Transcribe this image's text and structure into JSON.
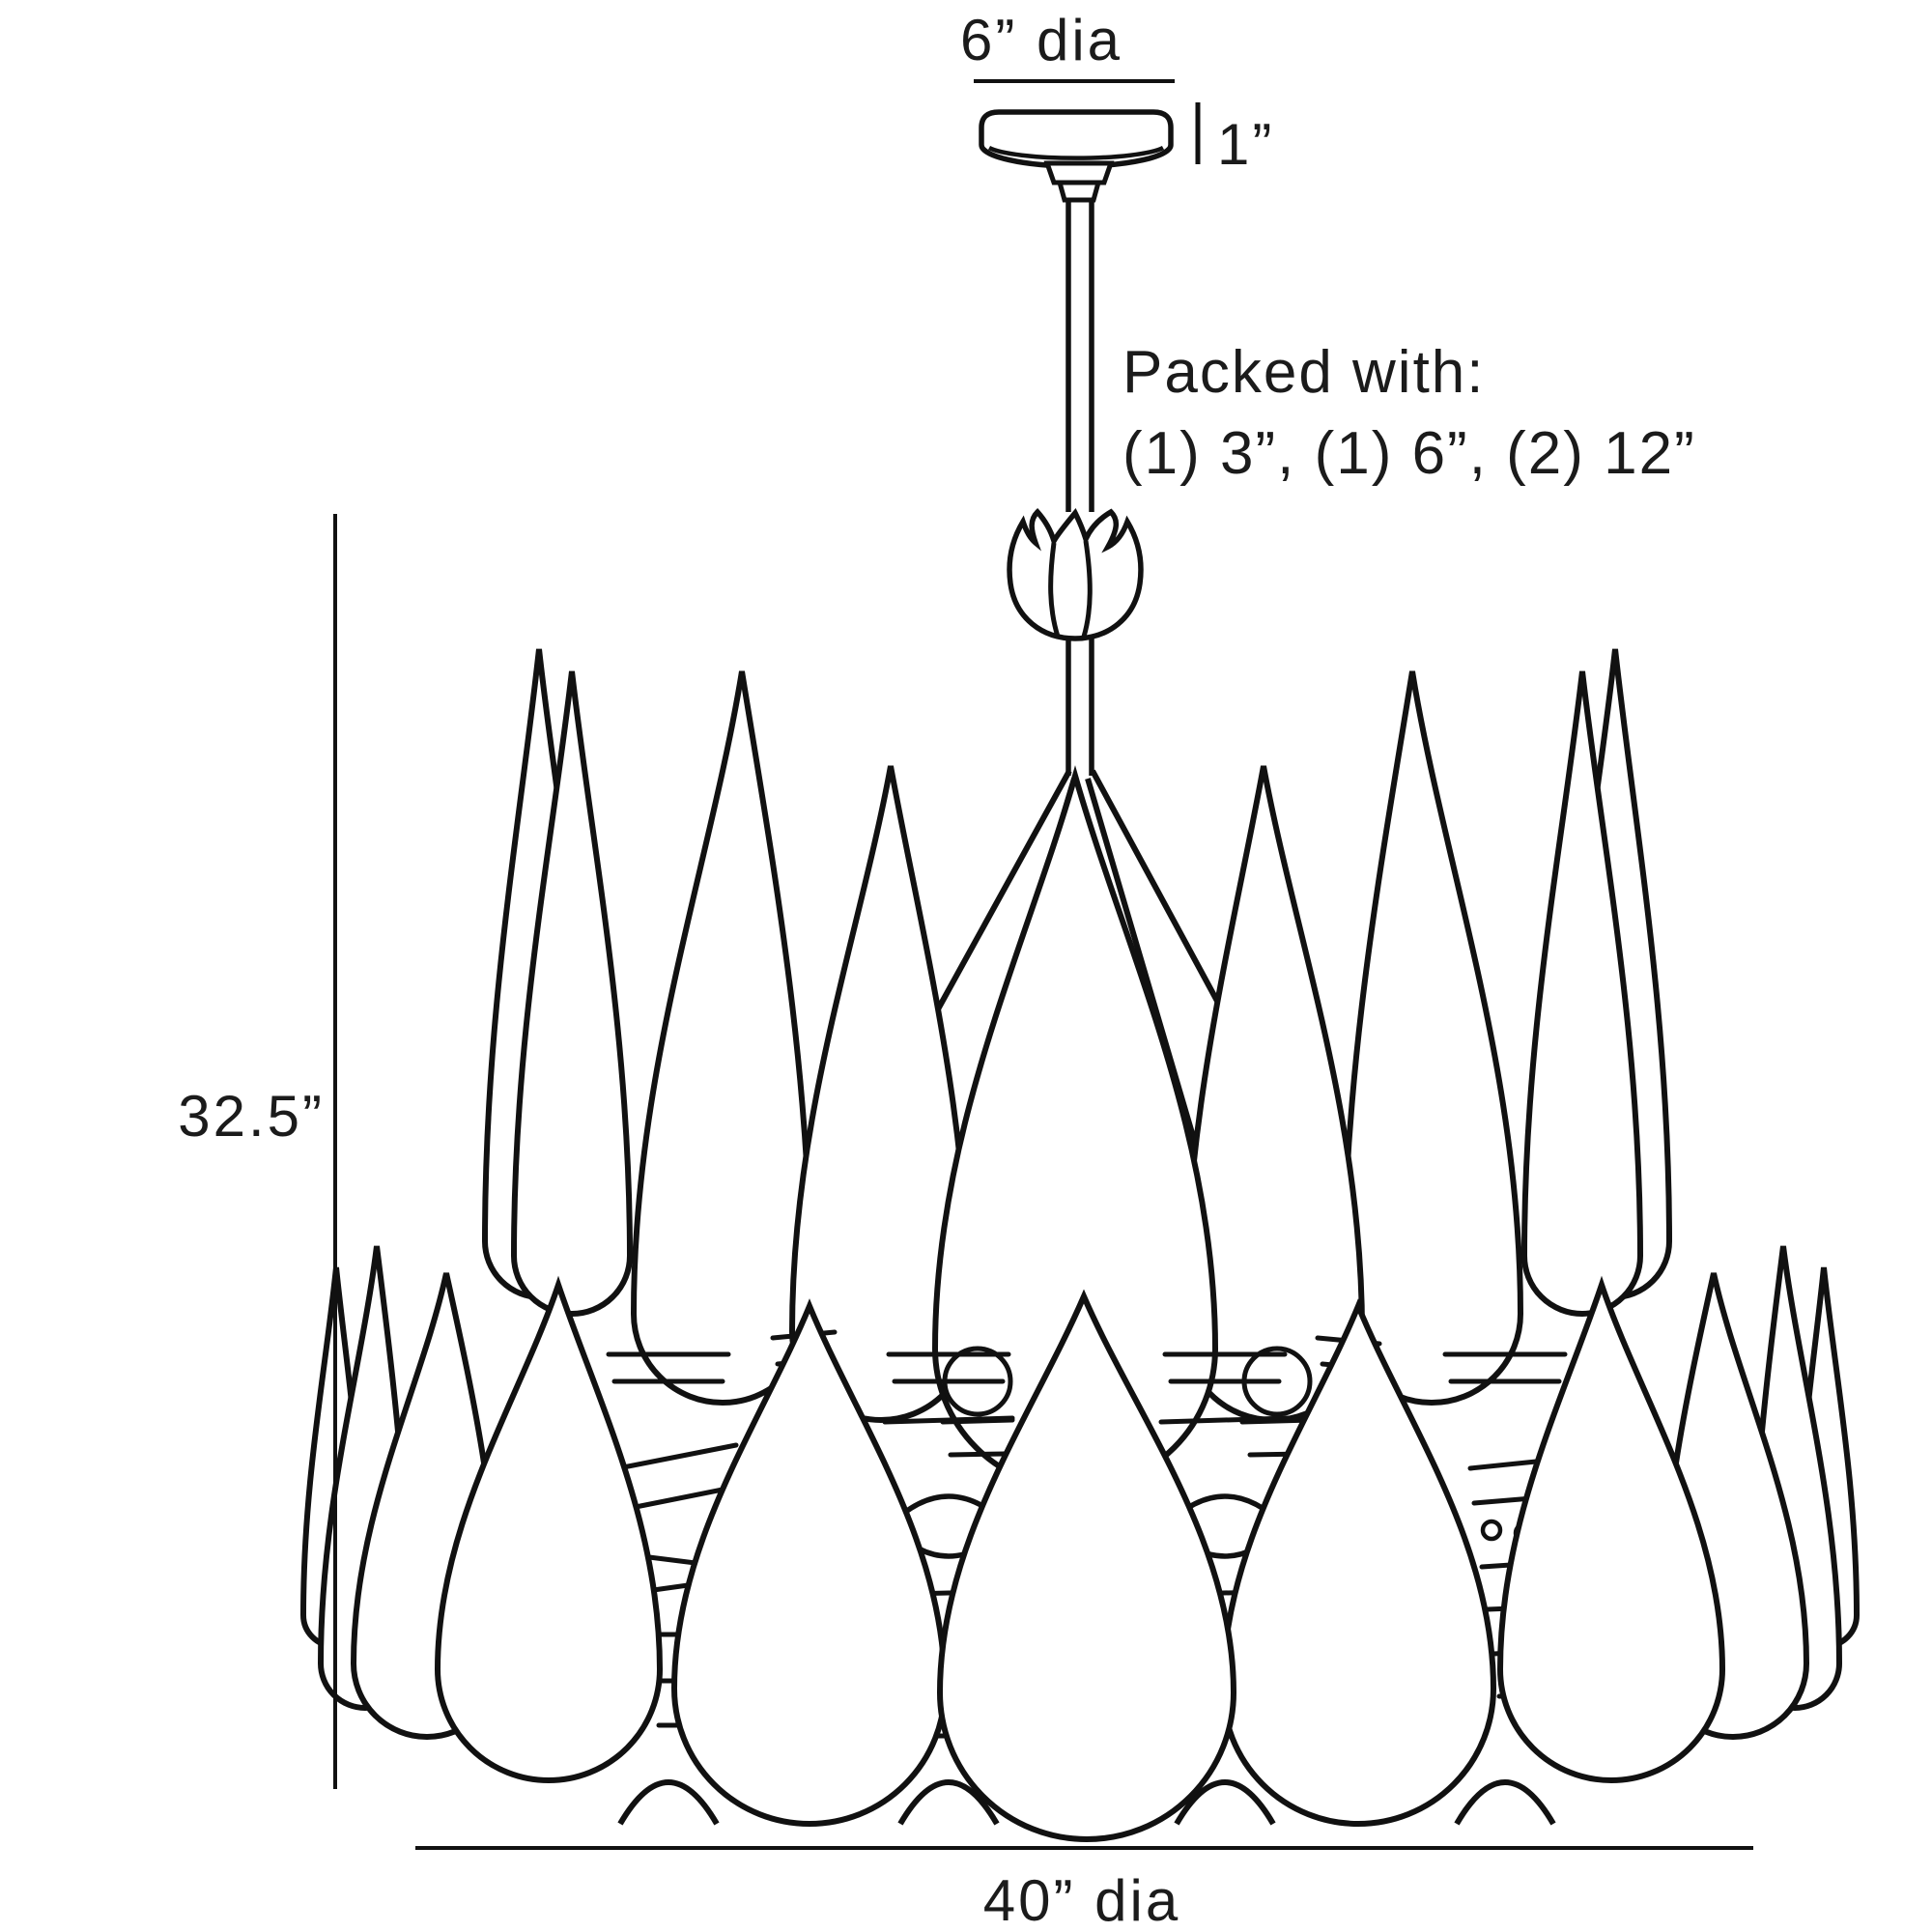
{
  "page": {
    "background": "#ffffff",
    "line_color": "#111111",
    "text_color": "#1b1b1b"
  },
  "annotations": {
    "canopy_diameter": "6” dia",
    "canopy_height": "1”",
    "packing_note_line1": "Packed with:",
    "packing_note_line2": "(1) 3”, (1) 6”, (2) 12”",
    "fixture_height": "32.5”",
    "fixture_diameter": "40” dia"
  }
}
